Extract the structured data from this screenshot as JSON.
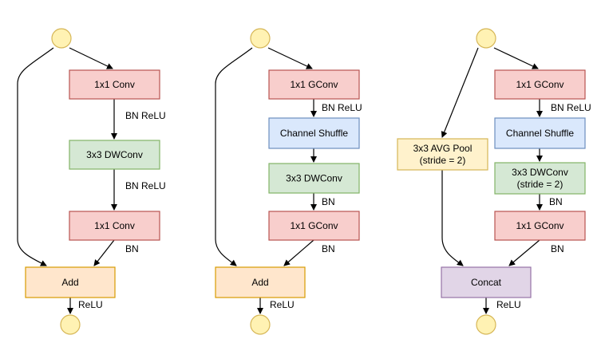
{
  "colors": {
    "conv_fill": "#f8cecc",
    "conv_stroke": "#b85450",
    "dw_fill": "#d5e8d4",
    "dw_stroke": "#82b366",
    "shuffle_fill": "#dae8fc",
    "shuffle_stroke": "#6c8ebf",
    "add_fill": "#ffe6cc",
    "add_stroke": "#d79b00",
    "pool_fill": "#fff2cc",
    "pool_stroke": "#d6b656",
    "concat_fill": "#e1d5e7",
    "concat_stroke": "#9673a6",
    "circle_fill": "#fff2b3",
    "circle_stroke": "#d6b656"
  },
  "blocks": [
    {
      "nodes": {
        "conv1": [
          "1x1 Conv"
        ],
        "dwconv": [
          "3x3 DWConv"
        ],
        "conv2": [
          "1x1 Conv"
        ],
        "merge": [
          "Add"
        ]
      },
      "edge_labels": {
        "after_conv1": "BN ReLU",
        "after_dwconv": "BN ReLU",
        "after_conv2": "BN",
        "after_merge": "ReLU"
      }
    },
    {
      "nodes": {
        "gconv1": [
          "1x1 GConv"
        ],
        "shuffle": [
          "Channel Shuffle"
        ],
        "dwconv": [
          "3x3 DWConv"
        ],
        "gconv2": [
          "1x1 GConv"
        ],
        "merge": [
          "Add"
        ]
      },
      "edge_labels": {
        "after_gconv1": "BN ReLU",
        "after_dwconv": "BN",
        "after_gconv2": "BN",
        "after_merge": "ReLU"
      }
    },
    {
      "nodes": {
        "gconv1": [
          "1x1 GConv"
        ],
        "shuffle": [
          "Channel Shuffle"
        ],
        "dwconv": [
          "3x3 DWConv",
          "(stride = 2)"
        ],
        "gconv2": [
          "1x1 GConv"
        ],
        "pool": [
          "3x3 AVG Pool",
          "(stride = 2)"
        ],
        "merge": [
          "Concat"
        ]
      },
      "edge_labels": {
        "after_gconv1": "BN ReLU",
        "after_dwconv": "BN",
        "after_gconv2": "BN",
        "after_merge": "ReLU"
      }
    }
  ]
}
